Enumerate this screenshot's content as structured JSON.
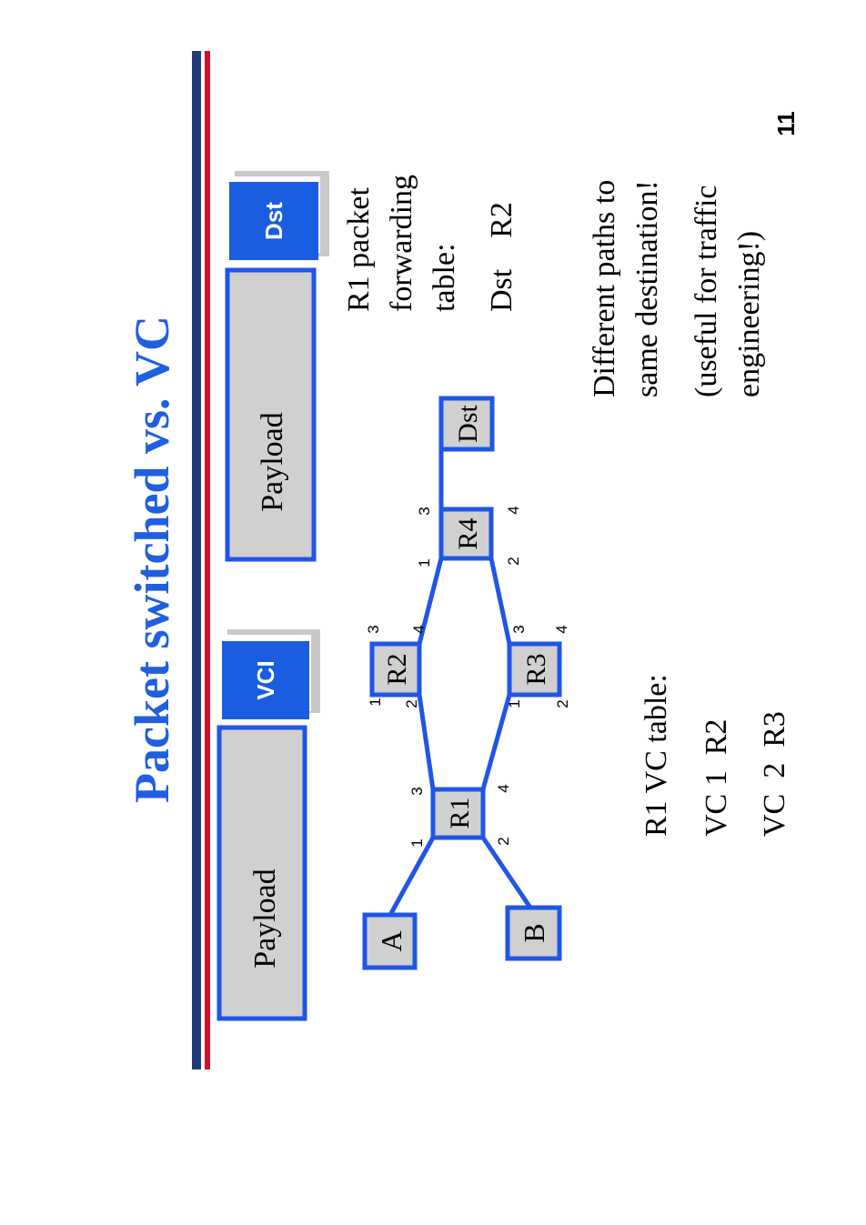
{
  "slide": {
    "title": "Packet switched vs. VC",
    "page_number": "11"
  },
  "colors": {
    "title_blue": "#1f5fe0",
    "box_blue": "#1f56e8",
    "header_blue": "#1a5de0",
    "box_fill": "#d0d0d0",
    "shadow_gray": "#c9c9c9",
    "bar_navy": "#1f3a7a",
    "bar_red": "#cc1130"
  },
  "packets": {
    "vc_packet": {
      "payload": "Payload",
      "header": "VCI"
    },
    "pkt_packet": {
      "payload": "Payload",
      "header": "Dst"
    }
  },
  "nodes": {
    "a": "A",
    "b": "B",
    "r1": "R1",
    "r2": "R2",
    "r3": "R3",
    "r4": "R4",
    "dst": "Dst"
  },
  "ports": {
    "r1_1": "1",
    "r1_2": "2",
    "r1_3": "3",
    "r1_4": "4",
    "r2_1": "1",
    "r2_2": "2",
    "r2_3": "3",
    "r2_4": "4",
    "r3_1": "1",
    "r3_2": "2",
    "r3_3": "3",
    "r3_4": "4",
    "r4_1": "1",
    "r4_2": "2",
    "r4_3": "3",
    "r4_4": "4"
  },
  "vc_table": {
    "title": "R1 VC table:",
    "row1": "VC 1  R2",
    "row2": "VC  2  R3"
  },
  "fwd_table": {
    "line1": "R1 packet",
    "line2": "forwarding",
    "line3": "table:",
    "row1": "Dst    R2"
  },
  "notes": {
    "line1": "Different paths to",
    "line2": "same destination!",
    "line3": "(useful for traffic",
    "line4": "engineering!)"
  }
}
